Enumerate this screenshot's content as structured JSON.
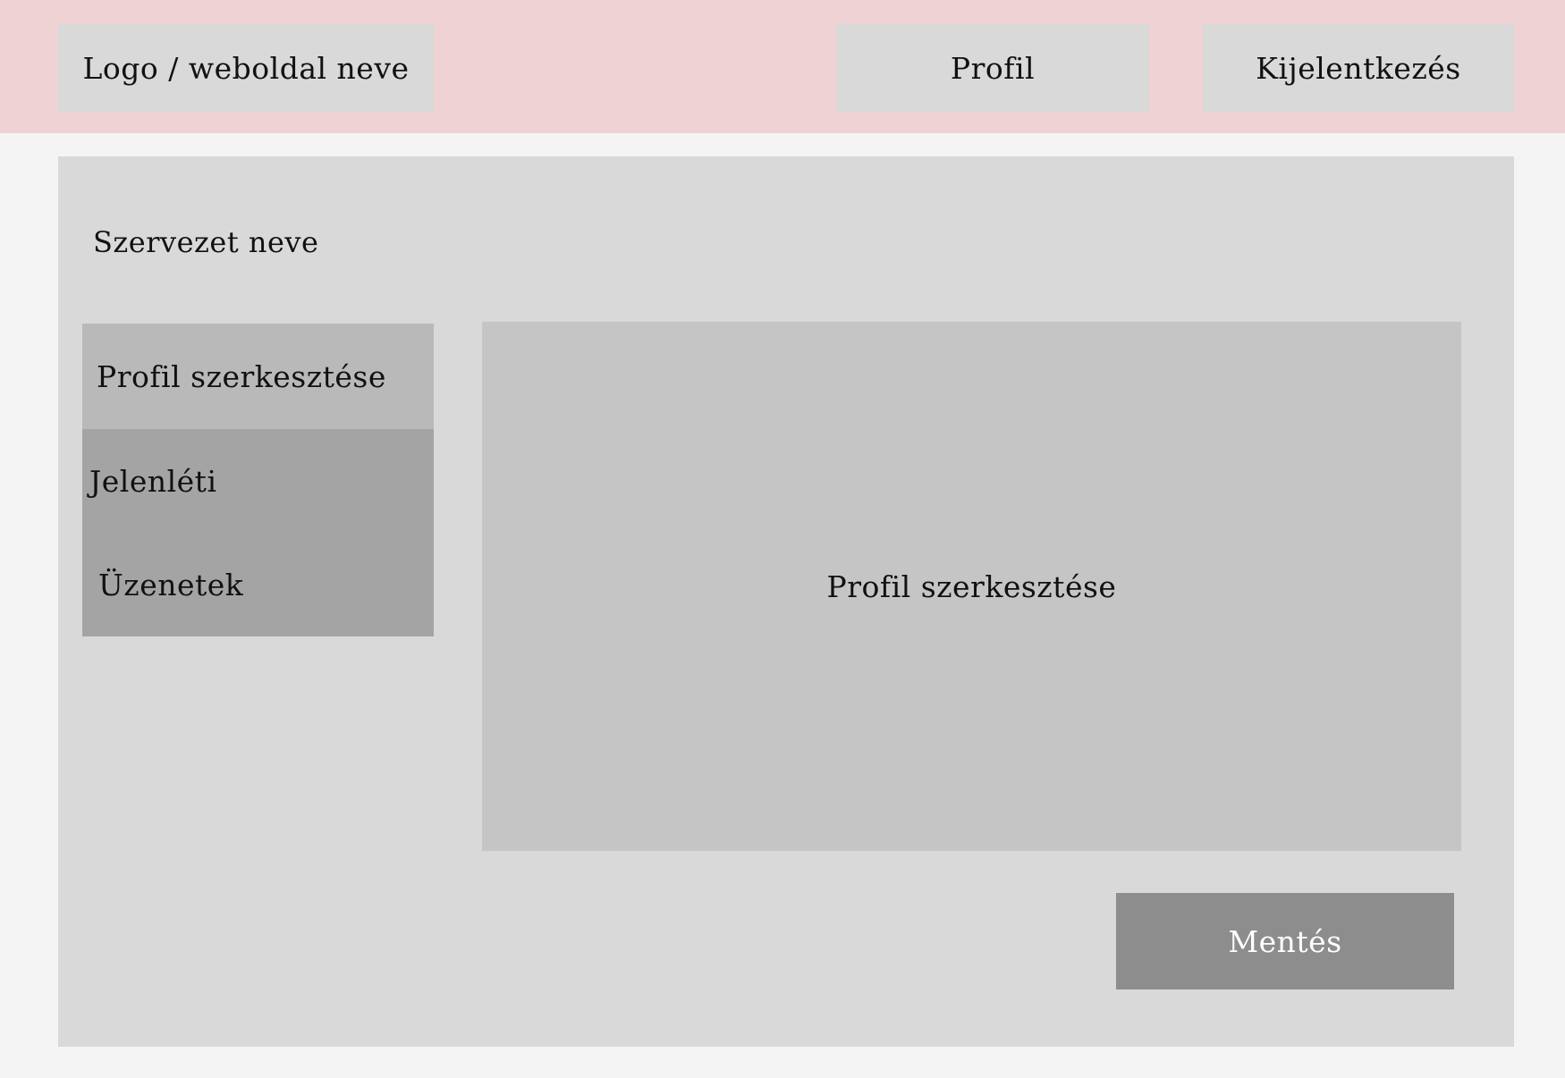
{
  "header": {
    "logo_label": "Logo / weboldal neve",
    "profile_label": "Profil",
    "logout_label": "Kijelentkezés"
  },
  "main": {
    "organization_name": "Szervezet neve",
    "side_menu": {
      "items": [
        {
          "label": "Profil szerkesztése",
          "active": true
        },
        {
          "label": "Jelenléti",
          "active": false
        },
        {
          "label": "Üzenetek",
          "active": false
        }
      ]
    },
    "content_title": "Profil szerkesztése",
    "save_label": "Mentés"
  },
  "colors": {
    "header_background": "#eed2d4",
    "page_background": "#f4f4f4",
    "panel_background": "#d9d9d9",
    "active_menu": "#b9b9b9",
    "inactive_menu": "#a4a4a4",
    "content_background": "#c6c5c6",
    "save_button": "#8e8d8e"
  }
}
